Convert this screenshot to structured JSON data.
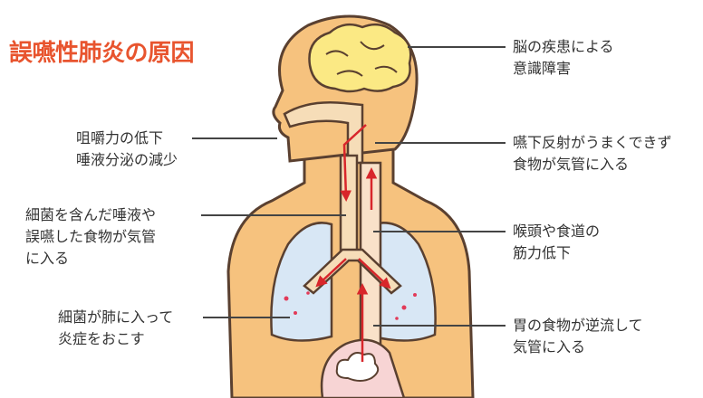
{
  "title": "誤嚥性肺炎の原因",
  "labels": {
    "brain": [
      "脳の疾患による",
      "意識障害"
    ],
    "chewing": [
      "咀嚼力の低下",
      "唾液分泌の減少"
    ],
    "swallow_reflex": [
      "嚥下反射がうまくできず",
      "食物が気管に入る"
    ],
    "bacteria_saliva": [
      "細菌を含んだ唾液や",
      "誤嚥した食物が気管",
      "に入る"
    ],
    "throat_muscle": [
      "喉頭や食道の",
      "筋力低下"
    ],
    "lung_infection": [
      "細菌が肺に入って",
      "炎症をおこす"
    ],
    "reflux": [
      "胃の食物が逆流して",
      "気管に入る"
    ]
  },
  "colors": {
    "skin": "#f6c27e",
    "outline": "#5a4030",
    "brain": "#fbe984",
    "lung": "#d8e7f5",
    "airway": "#f6ddb8",
    "arrow": "#d8262b",
    "leader": "#444444",
    "title": "#e8542e"
  }
}
